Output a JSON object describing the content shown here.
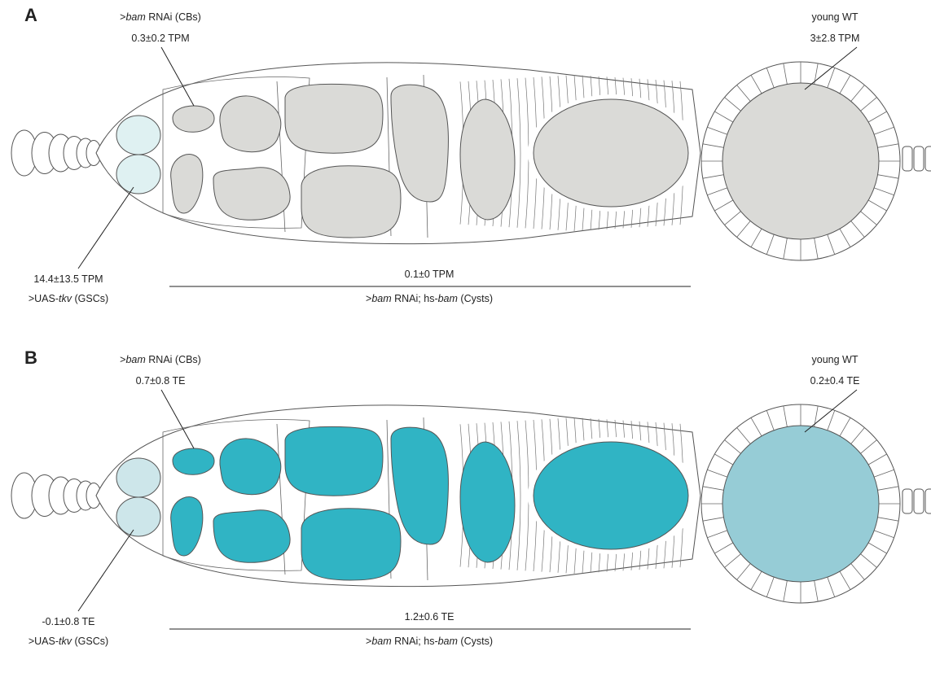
{
  "panels": [
    {
      "letter": "A",
      "colors": {
        "gsc": "#dff1f2",
        "cyst": "#dadad7",
        "egg": "#dadad7"
      },
      "cb": {
        "prefix": ">",
        "gene": "bam",
        "suffix": " RNAi (CBs)",
        "value": "0.3±0.2 TPM"
      },
      "wt": {
        "label": "young WT",
        "value": "3±2.8 TPM"
      },
      "gsc": {
        "value": "14.4±13.5 TPM",
        "prefix": ">UAS-",
        "gene": "tkv",
        "suffix": " (GSCs)"
      },
      "cyst": {
        "value": "0.1±0 TPM",
        "prefix": ">",
        "gene1": "bam",
        "mid": " RNAi; hs-",
        "gene2": "bam",
        "suffix": " (Cysts)"
      }
    },
    {
      "letter": "B",
      "colors": {
        "gsc": "#cde6ea",
        "cyst": "#30b4c4",
        "egg": "#96ccd6"
      },
      "cb": {
        "prefix": ">",
        "gene": "bam",
        "suffix": " RNAi (CBs)",
        "value": "0.7±0.8 TE"
      },
      "wt": {
        "label": "young WT",
        "value": "0.2±0.4 TE"
      },
      "gsc": {
        "value": "-0.1±0.8 TE",
        "prefix": ">UAS-",
        "gene": "tkv",
        "suffix": " (GSCs)"
      },
      "cyst": {
        "value": "1.2±0.6 TE",
        "prefix": ">",
        "gene1": "bam",
        "mid": " RNAi; hs-",
        "gene2": "bam",
        "suffix": " (Cysts)"
      }
    }
  ]
}
